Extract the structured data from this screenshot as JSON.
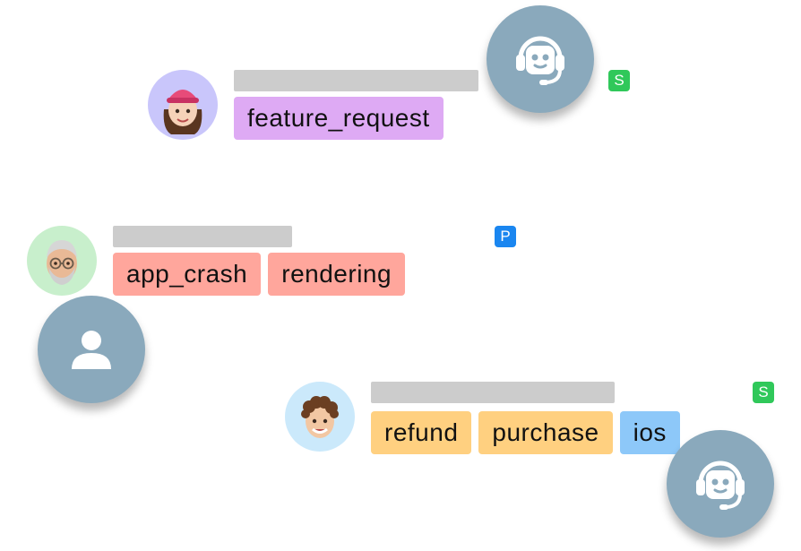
{
  "conversations": [
    {
      "avatar": "woman-pink-cap-avatar",
      "avatar_bg": "#c9c6fb",
      "tags": [
        "feature_request"
      ],
      "tag_color": "#deaaf4",
      "badge": "S",
      "badge_color": "#30c85a"
    },
    {
      "avatar": "older-man-glasses-avatar",
      "avatar_bg": "#c8efcc",
      "tags": [
        "app_crash",
        "rendering"
      ],
      "tag_color": "#ffa69c",
      "badge": "P",
      "badge_color": "#1a86f0"
    },
    {
      "avatar": "curly-hair-man-avatar",
      "avatar_bg": "#cbe9fb",
      "tags": [
        "refund",
        "purchase",
        "ios"
      ],
      "tag_color": "#ffd080",
      "badge": "S",
      "badge_color": "#30c85a"
    }
  ],
  "floating_icons": [
    "robot-agent-icon",
    "person-icon",
    "robot-agent-icon"
  ],
  "icon_circle_color": "#8aa9bc"
}
